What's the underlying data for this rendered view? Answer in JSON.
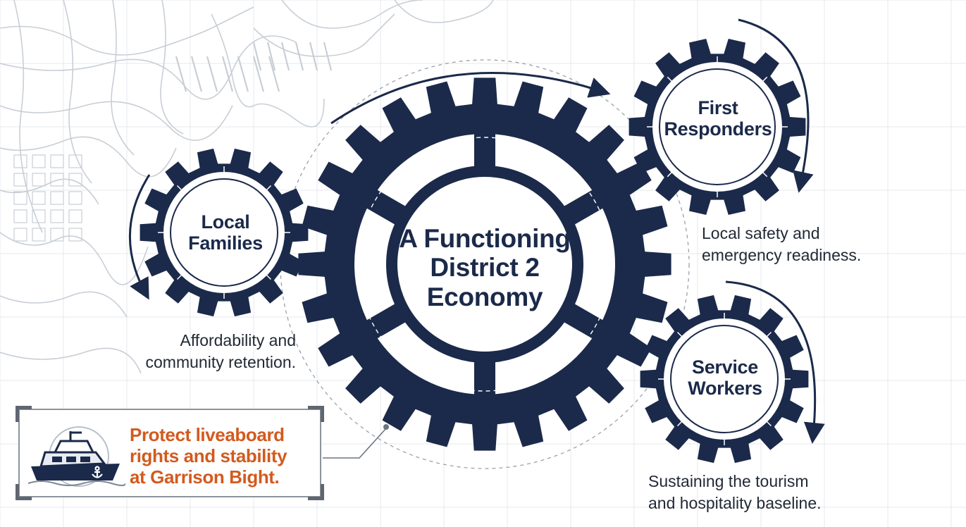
{
  "center_gear": {
    "line1": "A Functioning",
    "line2": "District 2",
    "line3": "Economy"
  },
  "gears": {
    "local_families": {
      "line1": "Local",
      "line2": "Families",
      "caption1": "Affordability and",
      "caption2": "community retention."
    },
    "first_responders": {
      "line1": "First",
      "line2": "Responders",
      "caption1": "Local safety and",
      "caption2": "emergency readiness."
    },
    "service_workers": {
      "line1": "Service",
      "line2": "Workers",
      "caption1": "Sustaining the tourism",
      "caption2": "and hospitality baseline."
    }
  },
  "callout": {
    "line1": "Protect liveaboard",
    "line2": "rights and stability",
    "line3": "at Garrison Bight."
  },
  "colors": {
    "gear": "#1b2a4a",
    "accent": "#d35a1e",
    "map_lines": "#c9ced6",
    "grid": "#e6e8ec"
  },
  "icons": {
    "callout": "boat-icon"
  }
}
